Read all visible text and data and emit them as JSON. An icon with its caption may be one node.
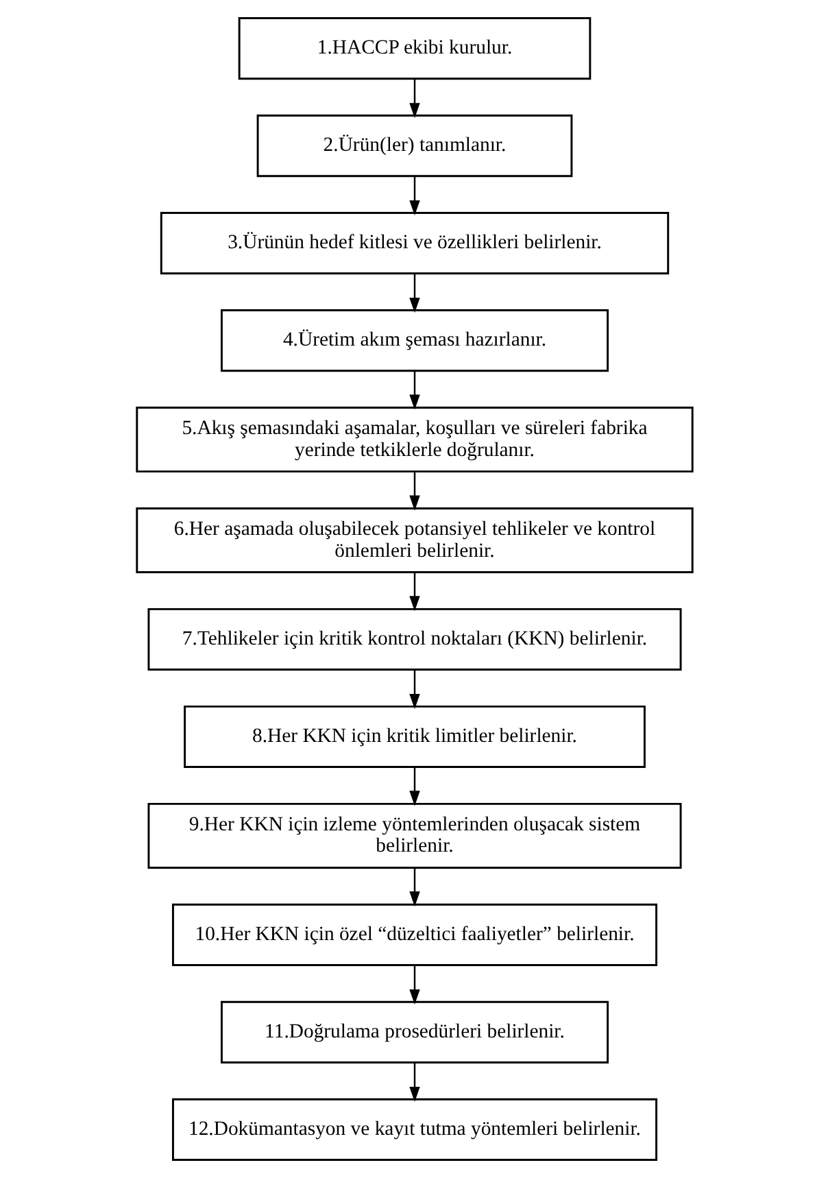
{
  "diagram": {
    "nodes": [
      {
        "text": [
          "1.HACCP ekibi kurulur."
        ]
      },
      {
        "text": [
          "2.Ürün(ler) tanımlanır."
        ]
      },
      {
        "text": [
          "3.Ürünün hedef kitlesi ve özellikleri belirlenir."
        ]
      },
      {
        "text": [
          "4.Üretim akım şeması hazırlanır."
        ]
      },
      {
        "text": [
          "5.Akış şemasındaki aşamalar, koşulları ve süreleri fabrika yerinde tetkiklerle doğrulanır."
        ]
      },
      {
        "text": [
          "6.Her aşamada oluşabilecek potansiyel tehlikeler ve kontrol önlemleri belirlenir."
        ]
      },
      {
        "text": [
          "7.Tehlikeler için kritik kontrol noktaları (KKN) belirlenir."
        ]
      },
      {
        "text": [
          "8.Her KKN için kritik limitler belirlenir."
        ]
      },
      {
        "text": [
          "9.Her KKN için izleme yöntemlerinden oluşacak sistem belirlenir."
        ]
      },
      {
        "text": [
          "10.Her KKN için özel “düzeltici faaliyetler” belirlenir."
        ]
      },
      {
        "text": [
          "11.Doğrulama prosedürleri belirlenir."
        ]
      },
      {
        "text": [
          "12.Dokümantasyon ve kayıt tutma yöntemleri belirlenir."
        ]
      }
    ],
    "edges": [
      {
        "from": 0,
        "to": 1,
        "arrow": "to"
      },
      {
        "from": 1,
        "to": 2,
        "arrow": "to"
      },
      {
        "from": 2,
        "to": 3,
        "arrow": "to"
      },
      {
        "from": 3,
        "to": 4,
        "arrow": "to"
      },
      {
        "from": 4,
        "to": 5,
        "arrow": "to"
      },
      {
        "from": 5,
        "to": 6,
        "arrow": "to"
      },
      {
        "from": 6,
        "to": 7,
        "arrow": "to"
      },
      {
        "from": 7,
        "to": 8,
        "arrow": "to"
      },
      {
        "from": 8,
        "to": 9,
        "arrow": "to"
      },
      {
        "from": 9,
        "to": 10,
        "arrow": "to"
      },
      {
        "from": 10,
        "to": 11,
        "arrow": "to"
      }
    ]
  }
}
